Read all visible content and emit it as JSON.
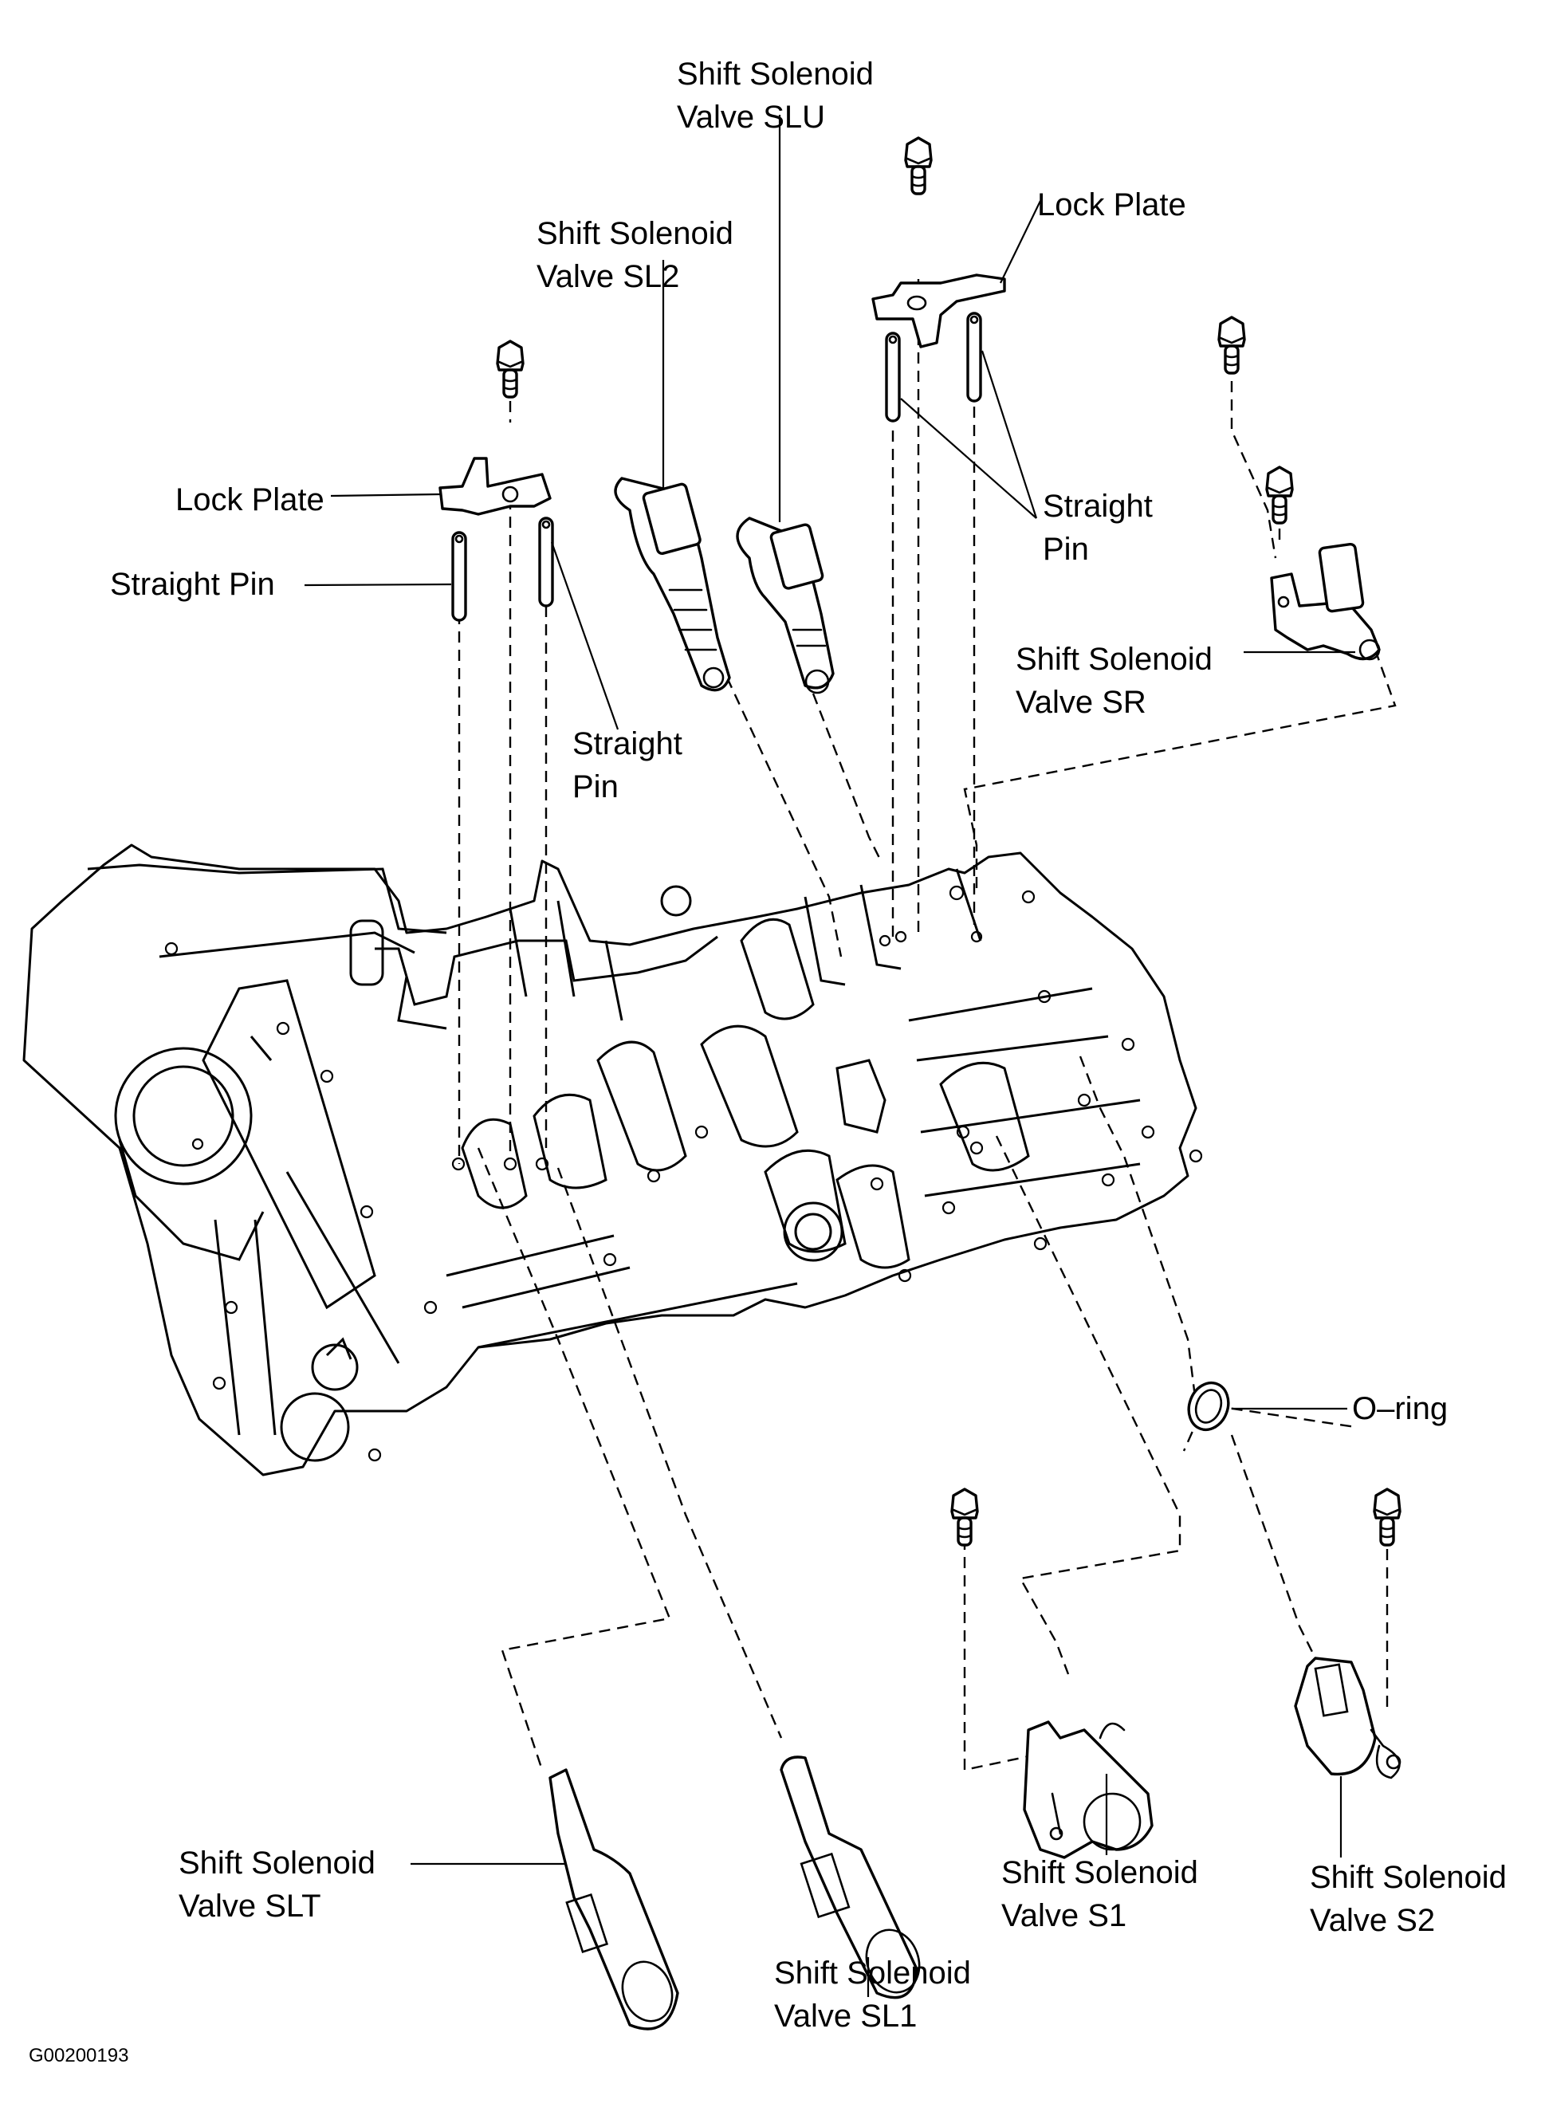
{
  "figure": {
    "id_code": "G00200193",
    "subject": "Valve body shift solenoid valves - exploded view"
  },
  "labels": {
    "slu": {
      "line1": "Shift Solenoid",
      "line2": "Valve SLU"
    },
    "sl2": {
      "line1": "Shift Solenoid",
      "line2": "Valve SL2"
    },
    "lock_plate_right": {
      "text": "Lock Plate"
    },
    "lock_plate_left": {
      "text": "Lock Plate"
    },
    "straight_pin_left": {
      "text": "Straight Pin"
    },
    "straight_pin_center": {
      "line1": "Straight",
      "line2": "Pin"
    },
    "straight_pin_right": {
      "line1": "Straight",
      "line2": "Pin"
    },
    "sr": {
      "line1": "Shift Solenoid",
      "line2": "Valve SR"
    },
    "o_ring": {
      "text": "O–ring"
    },
    "slt": {
      "line1": "Shift Solenoid",
      "line2": "Valve SLT"
    },
    "sl1": {
      "line1": "Shift Solenoid",
      "line2": "Valve SL1"
    },
    "s1": {
      "line1": "Shift Solenoid",
      "line2": "Valve S1"
    },
    "s2": {
      "line1": "Shift Solenoid",
      "line2": "Valve S2"
    }
  },
  "parts": [
    "bolt",
    "bolt",
    "bolt",
    "bolt",
    "bolt",
    "bolt",
    "lock-plate",
    "lock-plate",
    "straight-pin",
    "straight-pin",
    "straight-pin",
    "straight-pin",
    "solenoid-slu",
    "solenoid-sl2",
    "solenoid-sr",
    "solenoid-slt",
    "solenoid-sl1",
    "solenoid-s1",
    "solenoid-s2",
    "o-ring",
    "valve-body"
  ]
}
